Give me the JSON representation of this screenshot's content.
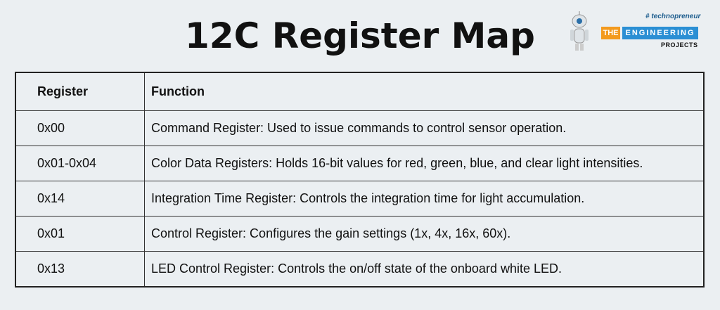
{
  "title": "12C Register Map",
  "logo": {
    "tagline": "# technopreneur",
    "the": "THE",
    "engineering": "ENGINEERING",
    "projects": "PROJECTS"
  },
  "table": {
    "headers": [
      "Register",
      "Function"
    ],
    "rows": [
      [
        "0x00",
        "Command Register: Used to issue commands to control sensor operation."
      ],
      [
        "0x01-0x04",
        "Color Data Registers: Holds 16-bit values for red, green, blue, and clear light intensities."
      ],
      [
        "0x14",
        "Integration Time Register: Controls the integration time for light accumulation."
      ],
      [
        "0x01",
        "Control Register: Configures the gain settings (1x, 4x, 16x, 60x)."
      ],
      [
        "0x13",
        "LED Control Register: Controls the on/off state of the onboard white LED."
      ]
    ]
  }
}
